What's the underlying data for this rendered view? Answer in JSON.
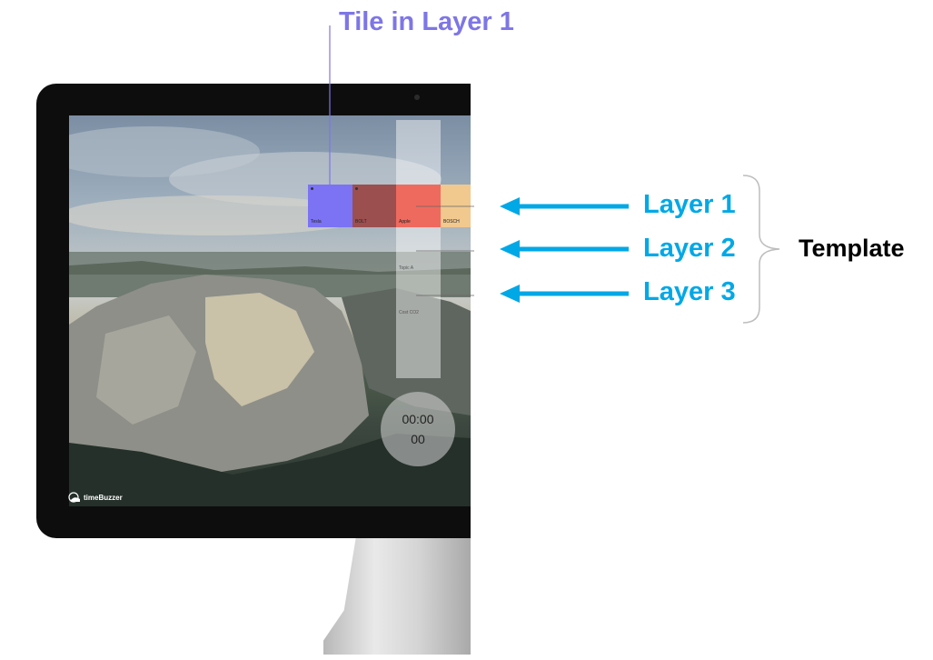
{
  "callouts": {
    "tile_label": "Tile in Layer 1",
    "layers": [
      "Layer 1",
      "Layer 2",
      "Layer 3"
    ],
    "template_label": "Template"
  },
  "screen": {
    "tiles": [
      {
        "label": "Tesla",
        "color": "#7b73f4"
      },
      {
        "label": "BOLT",
        "color": "#9c4f4f"
      },
      {
        "label": "Apple",
        "color": "#ef6a5e"
      },
      {
        "label": "BOSCH",
        "color": "#f1c98f"
      }
    ],
    "layer2_label": "Topic A",
    "layer3_label": "Cost CO2",
    "timer_time": "00:00",
    "timer_count": "00",
    "brand_name": "timeBuzzer"
  },
  "colors": {
    "tile_callout": "#7e76e6",
    "layer_arrow": "#00a8e6",
    "template_brace": "#bdbdbd"
  }
}
